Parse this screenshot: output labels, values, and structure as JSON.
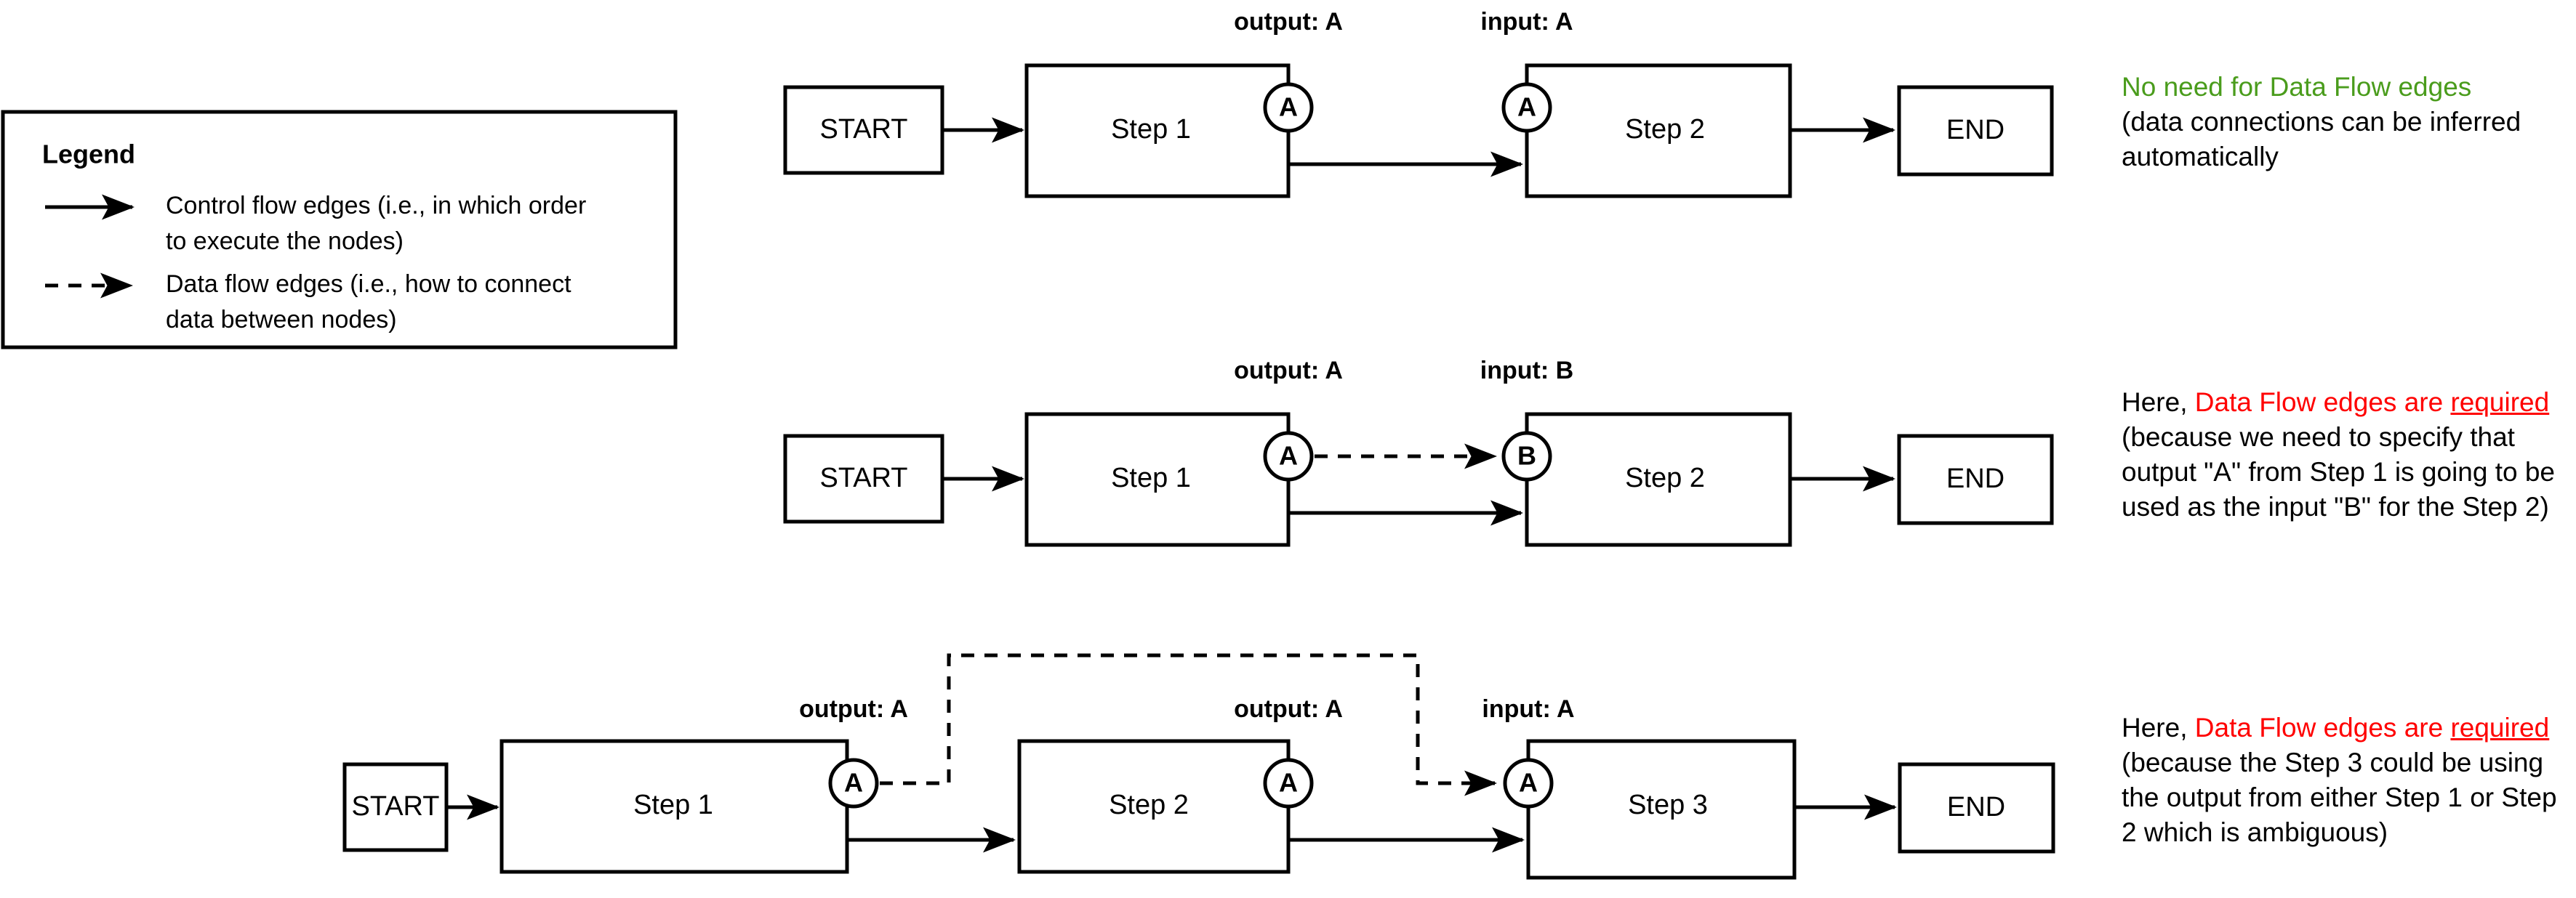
{
  "legend": {
    "title": "Legend",
    "items": [
      {
        "kind": "control-flow",
        "line_style": "solid",
        "text_line1": "Control flow edges (i.e., in which order",
        "text_line2": "to execute the nodes)"
      },
      {
        "kind": "data-flow",
        "line_style": "dashed",
        "text_line1": "Data flow edges (i.e., how to connect",
        "text_line2": "data between nodes)"
      }
    ]
  },
  "colors": {
    "stroke": "#000000",
    "background": "#ffffff",
    "accent_green": "#4a9c1c",
    "accent_red": "#ff0000"
  },
  "rows": [
    {
      "id": "row-1",
      "nodes": [
        {
          "label": "START"
        },
        {
          "label": "Step 1"
        },
        {
          "label": "Step 2"
        },
        {
          "label": "END"
        }
      ],
      "ports": [
        {
          "label": "A",
          "caption": "output: A",
          "role": "output",
          "on": "Step 1"
        },
        {
          "label": "A",
          "caption": "input: A",
          "role": "input",
          "on": "Step 2"
        }
      ],
      "data_edges": [],
      "annotation": {
        "segments": [
          {
            "text": "No need for Data Flow edges",
            "style": "green"
          },
          {
            "text": "(data connections can be inferred automatically",
            "style": "plain"
          }
        ]
      }
    },
    {
      "id": "row-2",
      "nodes": [
        {
          "label": "START"
        },
        {
          "label": "Step 1"
        },
        {
          "label": "Step 2"
        },
        {
          "label": "END"
        }
      ],
      "ports": [
        {
          "label": "A",
          "caption": "output: A",
          "role": "output",
          "on": "Step 1"
        },
        {
          "label": "B",
          "caption": "input: B",
          "role": "input",
          "on": "Step 2"
        }
      ],
      "data_edges": [
        {
          "from": "Step 1.A",
          "to": "Step 2.B"
        }
      ],
      "annotation": {
        "segments": [
          {
            "text": "Here, ",
            "style": "plain"
          },
          {
            "text": "Data Flow edges are ",
            "style": "red"
          },
          {
            "text": "required",
            "style": "red-underline"
          },
          {
            "text": " (because we need to specify that output \"A\" from Step 1 is going to be used as the input \"B\" for the Step 2)",
            "style": "plain"
          }
        ]
      }
    },
    {
      "id": "row-3",
      "nodes": [
        {
          "label": "START"
        },
        {
          "label": "Step 1"
        },
        {
          "label": "Step 2"
        },
        {
          "label": "Step 3"
        },
        {
          "label": "END"
        }
      ],
      "ports": [
        {
          "label": "A",
          "caption": "output: A",
          "role": "output",
          "on": "Step 1"
        },
        {
          "label": "A",
          "caption": "output: A",
          "role": "output",
          "on": "Step 2"
        },
        {
          "label": "A",
          "caption": "input: A",
          "role": "input",
          "on": "Step 3"
        }
      ],
      "data_edges": [
        {
          "from": "Step 1.A",
          "to": "Step 3.A",
          "routing": "over-the-top"
        }
      ],
      "annotation": {
        "segments": [
          {
            "text": "Here, ",
            "style": "plain"
          },
          {
            "text": "Data Flow edges are ",
            "style": "red"
          },
          {
            "text": "required",
            "style": "red-underline"
          },
          {
            "text": " (because the Step 3 could be using the output from either Step 1 or Step 2 which is ambiguous)",
            "style": "plain"
          }
        ]
      }
    }
  ]
}
